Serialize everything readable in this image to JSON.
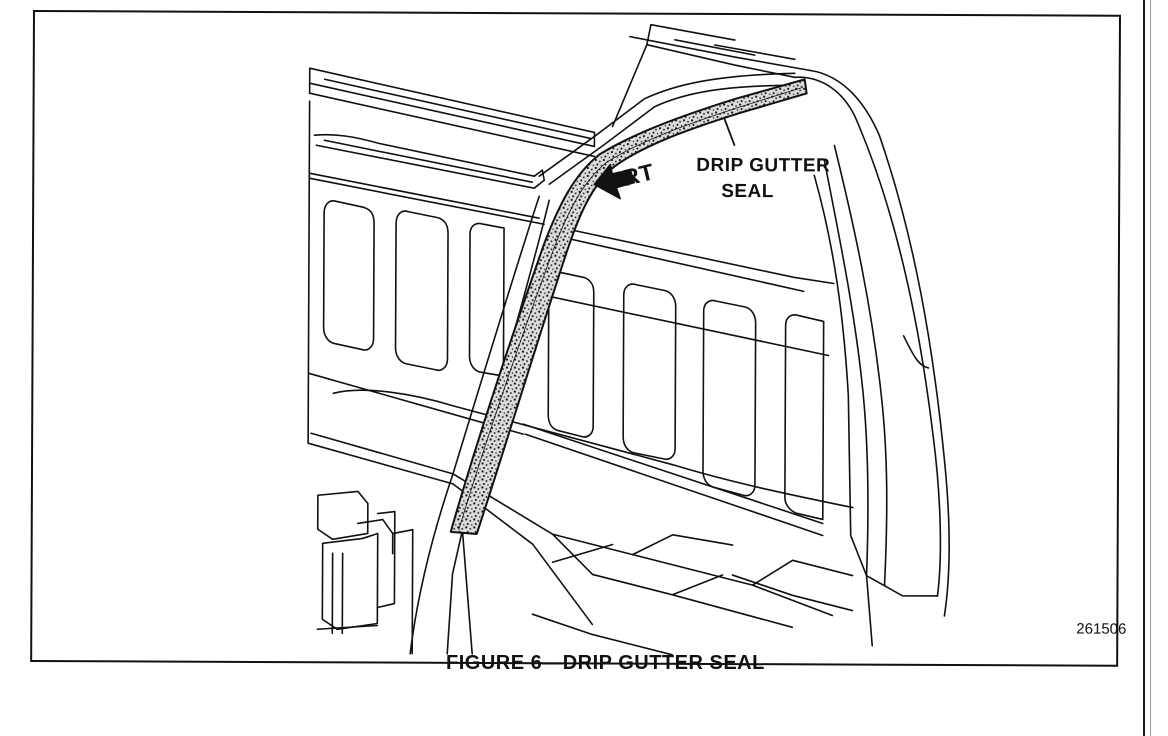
{
  "figure": {
    "callout_frt": "FRT",
    "callout_drip_line1": "DRIP GUTTER",
    "callout_drip_line2": "SEAL",
    "figure_number": "261506",
    "caption": "FIGURE 6—DRIP GUTTER SEAL"
  },
  "colors": {
    "ink": "#111111",
    "paper": "#ffffff"
  }
}
